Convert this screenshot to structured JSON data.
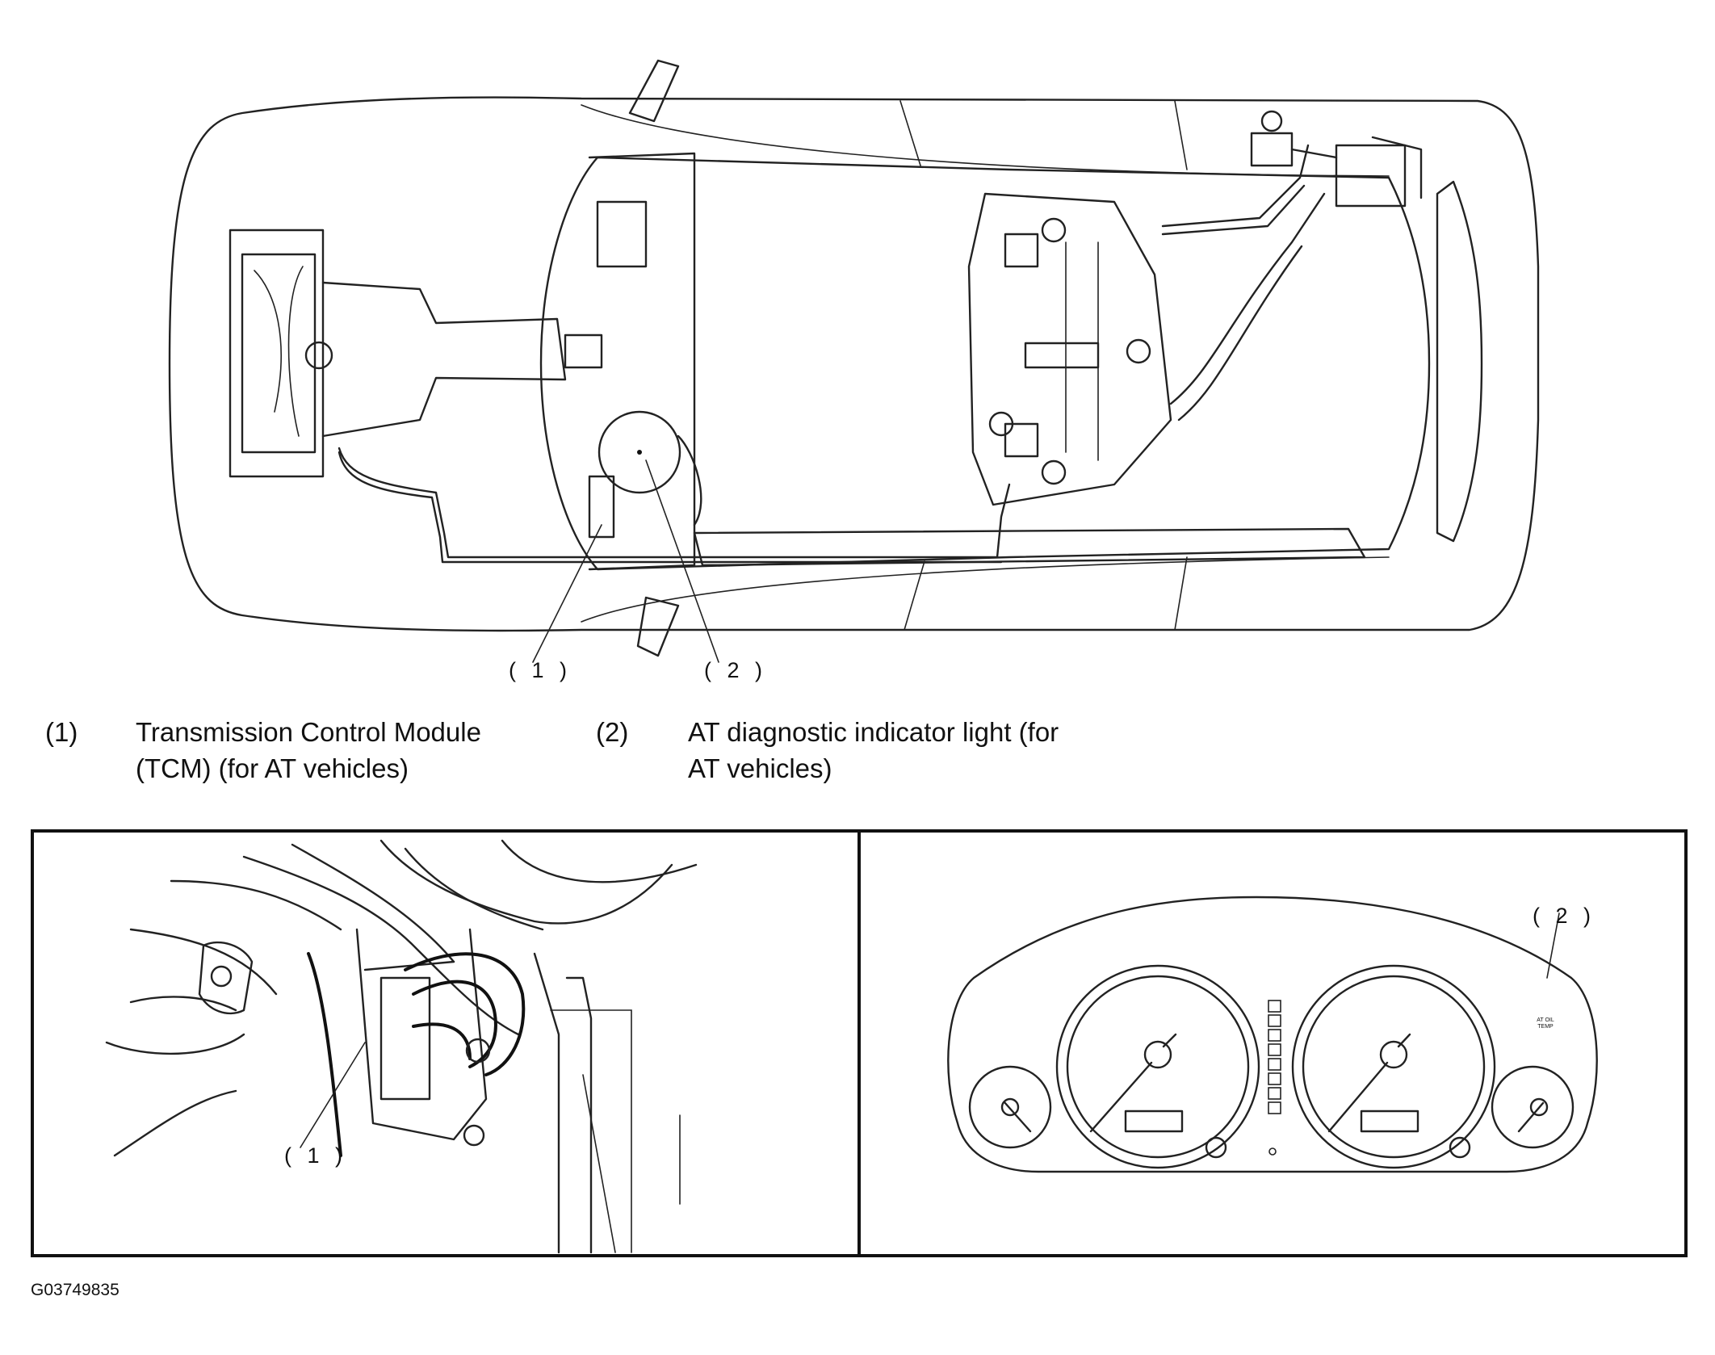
{
  "callouts": {
    "one": "( 1 )",
    "two": "( 2 )"
  },
  "legend": [
    {
      "number": "(1)",
      "text_line1": "Transmission Control Module",
      "text_line2": "(TCM) (for AT vehicles)"
    },
    {
      "number": "(2)",
      "text_line1": "AT diagnostic indicator light (for",
      "text_line2": "AT vehicles)"
    }
  ],
  "instrument_cluster": {
    "indicator_label_line1": "AT OIL",
    "indicator_label_line2": "TEMP"
  },
  "figure_id": "G03749835"
}
